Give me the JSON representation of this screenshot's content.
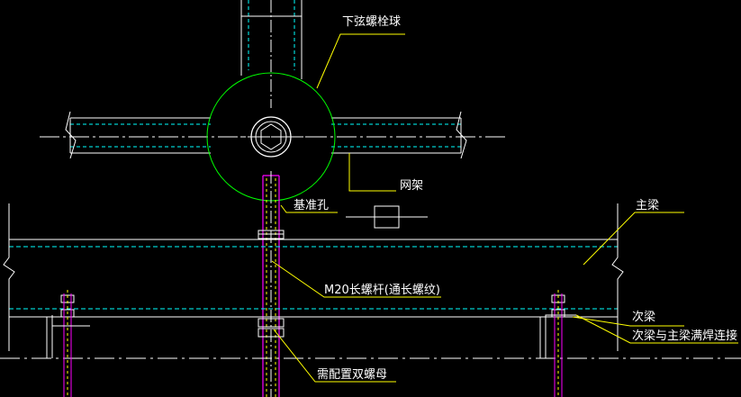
{
  "drawing": {
    "background": "#000000",
    "colors": {
      "white": "#ffffff",
      "yellow": "#ffff00",
      "green": "#00ff00",
      "cyan": "#00ffff",
      "magenta": "#ff00ff",
      "dashcyan": "#33ccff"
    }
  },
  "labels": {
    "lower_bolt_ball": "下弦螺栓球",
    "space_frame": "网架",
    "datum_hole": "基准孔",
    "main_beam": "主梁",
    "long_bolt": "M20长螺杆(通长螺纹)",
    "secondary_beam": "次梁",
    "secondary_weld": "次梁与主梁满焊连接",
    "double_nut": "需配置双螺母"
  }
}
